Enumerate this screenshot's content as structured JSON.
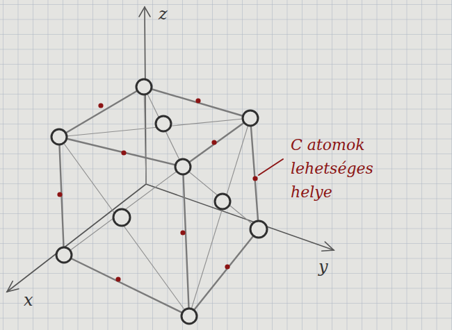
{
  "diagram": {
    "labels": [
      "z",
      "y",
      "x",
      "C atomok lehetséges helye"
    ]
  }
}
